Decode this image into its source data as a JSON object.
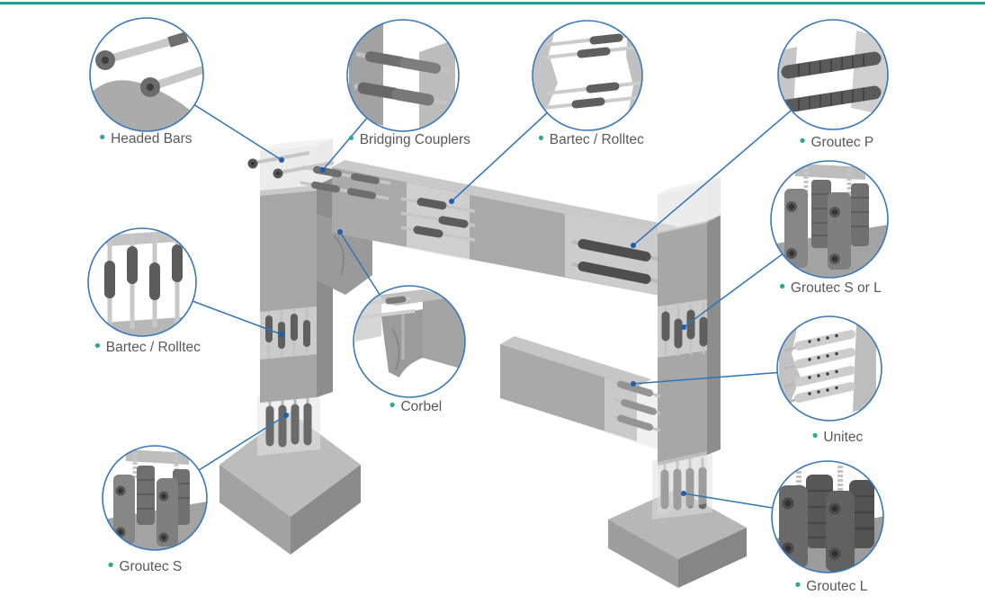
{
  "page": {
    "background": "#ffffff",
    "top_bar_color": "#1EA093"
  },
  "colors": {
    "accent_teal": "#2AA79B",
    "leader_line_blue": "#2E74B5",
    "circle_border_blue": "#3A78B8",
    "label_text_gray": "#595959",
    "concrete_light": "#C9C9C9",
    "concrete_mid": "#A7A7A7",
    "concrete_dark": "#8B8B8B",
    "coupler_dark": "#5E5E5E"
  },
  "callouts": [
    {
      "id": "headed-bars",
      "bullet": "•",
      "label": "Headed Bars"
    },
    {
      "id": "bridging-couplers",
      "bullet": "•",
      "label": "Bridging Couplers"
    },
    {
      "id": "bartec-rolltec-top",
      "bullet": "•",
      "label": "Bartec / Rolltec"
    },
    {
      "id": "groutec-p",
      "bullet": "•",
      "label": "Groutec P"
    },
    {
      "id": "groutec-s-or-l",
      "bullet": "•",
      "label": "Groutec S or L"
    },
    {
      "id": "bartec-rolltec-left",
      "bullet": "•",
      "label": "Bartec / Rolltec"
    },
    {
      "id": "corbel",
      "bullet": "•",
      "label": "Corbel"
    },
    {
      "id": "unitec",
      "bullet": "•",
      "label": "Unitec"
    },
    {
      "id": "groutec-s",
      "bullet": "•",
      "label": "Groutec S"
    },
    {
      "id": "groutec-l",
      "bullet": "•",
      "label": "Groutec L"
    }
  ]
}
